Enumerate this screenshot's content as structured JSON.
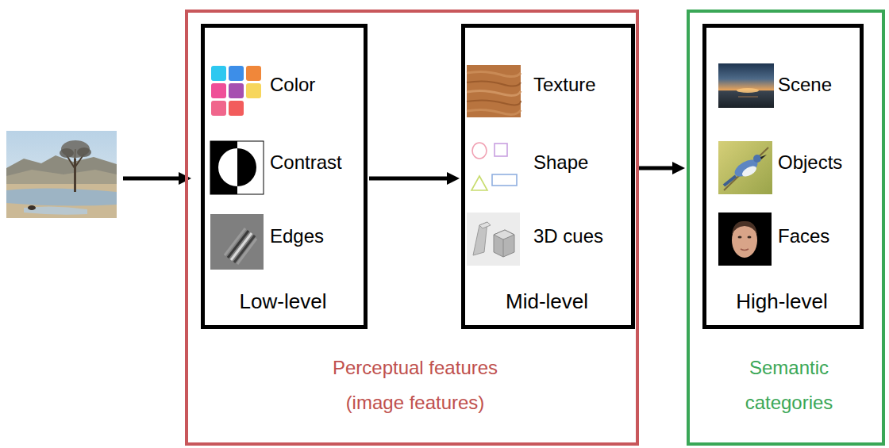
{
  "diagram": {
    "nodes": [
      {
        "text": [
          "Perceptual features (image features)"
        ]
      },
      {
        "text": [
          "Color",
          "Contrast",
          "Edges",
          "Low-level"
        ],
        "in": 0
      },
      {
        "text": [
          "Texture",
          "Shape",
          "3D cues",
          "Mid-level"
        ],
        "in": 0
      },
      {
        "text": [
          "Semantic categories"
        ]
      },
      {
        "text": [
          "Scene",
          "Objects",
          "Faces",
          "High-level"
        ],
        "in": 3
      }
    ],
    "edges": [
      {
        "from": 1,
        "to": 2,
        "arrow": "to"
      },
      {
        "from": 2,
        "to": 3,
        "arrow": "to"
      }
    ]
  }
}
